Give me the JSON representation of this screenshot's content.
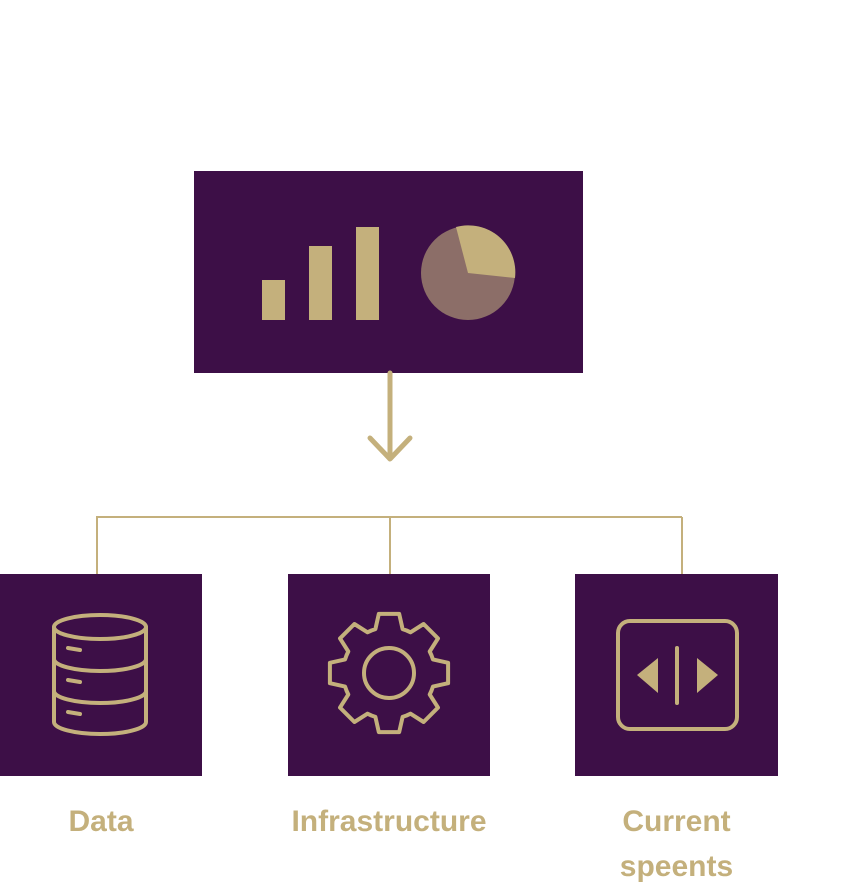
{
  "colors": {
    "primary": "#3d0f47",
    "accent": "#c4b07c",
    "pie_secondary": "#8c6e68"
  },
  "top_node": {
    "icon": "bar-and-pie-chart-icon"
  },
  "children": [
    {
      "label": "Data",
      "icon": "database-icon"
    },
    {
      "label": "Infrastructure",
      "icon": "gear-icon"
    },
    {
      "label": "Current speents",
      "line1": "Current",
      "line2": "speents",
      "icon": "code-slider-icon"
    }
  ]
}
